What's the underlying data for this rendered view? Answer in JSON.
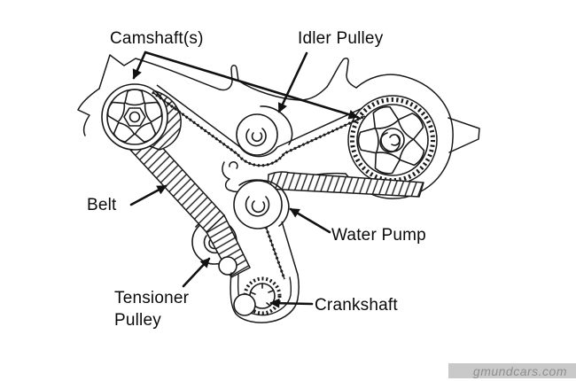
{
  "labels": {
    "camshafts": "Camshaft(s)",
    "idler_pulley": "Idler Pulley",
    "belt": "Belt",
    "water_pump": "Water Pump",
    "tensioner_line1": "Tensioner",
    "tensioner_line2": "Pulley",
    "crankshaft": "Crankshaft"
  },
  "watermark": {
    "text": "gmundcars.com"
  },
  "colors": {
    "line": "#1a1a1a",
    "background": "#ffffff",
    "watermark_text": "#8f8f8f",
    "watermark_bg": "#c9c9c9"
  }
}
